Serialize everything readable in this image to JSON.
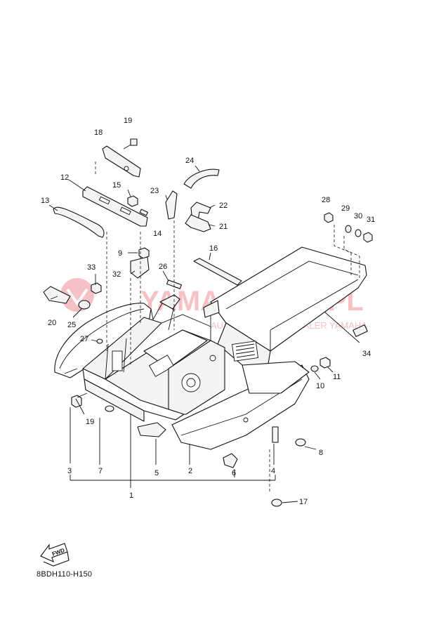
{
  "diagram_code": "8BDH110-H150",
  "fwd_label": "FWD",
  "watermark": {
    "title": "YAMA-SKLEP.PL",
    "subtitle": "AUTORYZOWANY DEALER YAMAHA",
    "color": "#e8505b"
  },
  "callouts": {
    "c1": "1",
    "c2": "2",
    "c3": "3",
    "c4": "4",
    "c5": "5",
    "c6": "6",
    "c7": "7",
    "c8": "8",
    "c9": "9",
    "c10": "10",
    "c11": "11",
    "c12": "12",
    "c13": "13",
    "c14": "14",
    "c15": "15",
    "c16": "16",
    "c17": "17",
    "c18": "18",
    "c19a": "19",
    "c19b": "19",
    "c20": "20",
    "c21": "21",
    "c22": "22",
    "c23": "23",
    "c24": "24",
    "c25": "25",
    "c26": "26",
    "c27": "27",
    "c28": "28",
    "c29": "29",
    "c30": "30",
    "c31": "31",
    "c32": "32",
    "c33": "33",
    "c34": "34"
  }
}
